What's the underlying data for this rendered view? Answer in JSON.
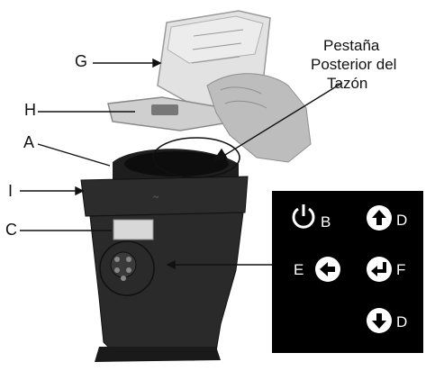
{
  "labels": {
    "G": "G",
    "H": "H",
    "A": "A",
    "I": "I",
    "C": "C"
  },
  "caption": {
    "line1": "Pestaña",
    "line2": "Posterior del",
    "line3": "Tazón"
  },
  "inset": {
    "power_label": "B",
    "up_label": "D",
    "back_label": "E",
    "enter_label": "F",
    "down_label": "D",
    "icons": [
      "power-icon",
      "arrow-up-icon",
      "arrow-left-icon",
      "enter-icon",
      "arrow-down-icon"
    ]
  },
  "colors": {
    "inset_bg": "#000000",
    "inset_fg": "#ffffff",
    "appliance": "#2a2a2a",
    "glass": "#d9d9d9"
  }
}
